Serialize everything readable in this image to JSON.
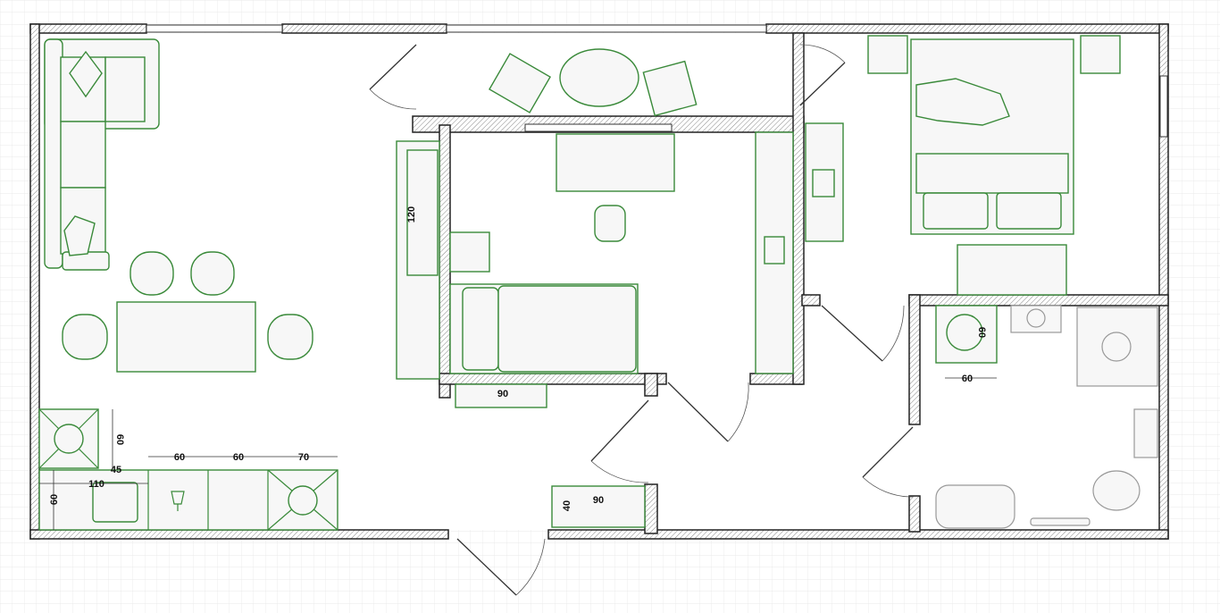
{
  "plan": {
    "line_color": "#3a8a3a",
    "wall_color": "#222222",
    "grid": true,
    "dimensions": {
      "wardrobe_height": "120",
      "study_shelf_width": "90",
      "hall_shelf_width": "90",
      "hall_shelf_depth": "40",
      "fridge_depth": "60",
      "counter_1": "60",
      "counter_2": "60",
      "counter_3": "70",
      "sink_offset": "45",
      "sink_width": "110",
      "sink_depth": "60",
      "washer_depth": "60",
      "washer_width": "60"
    }
  }
}
